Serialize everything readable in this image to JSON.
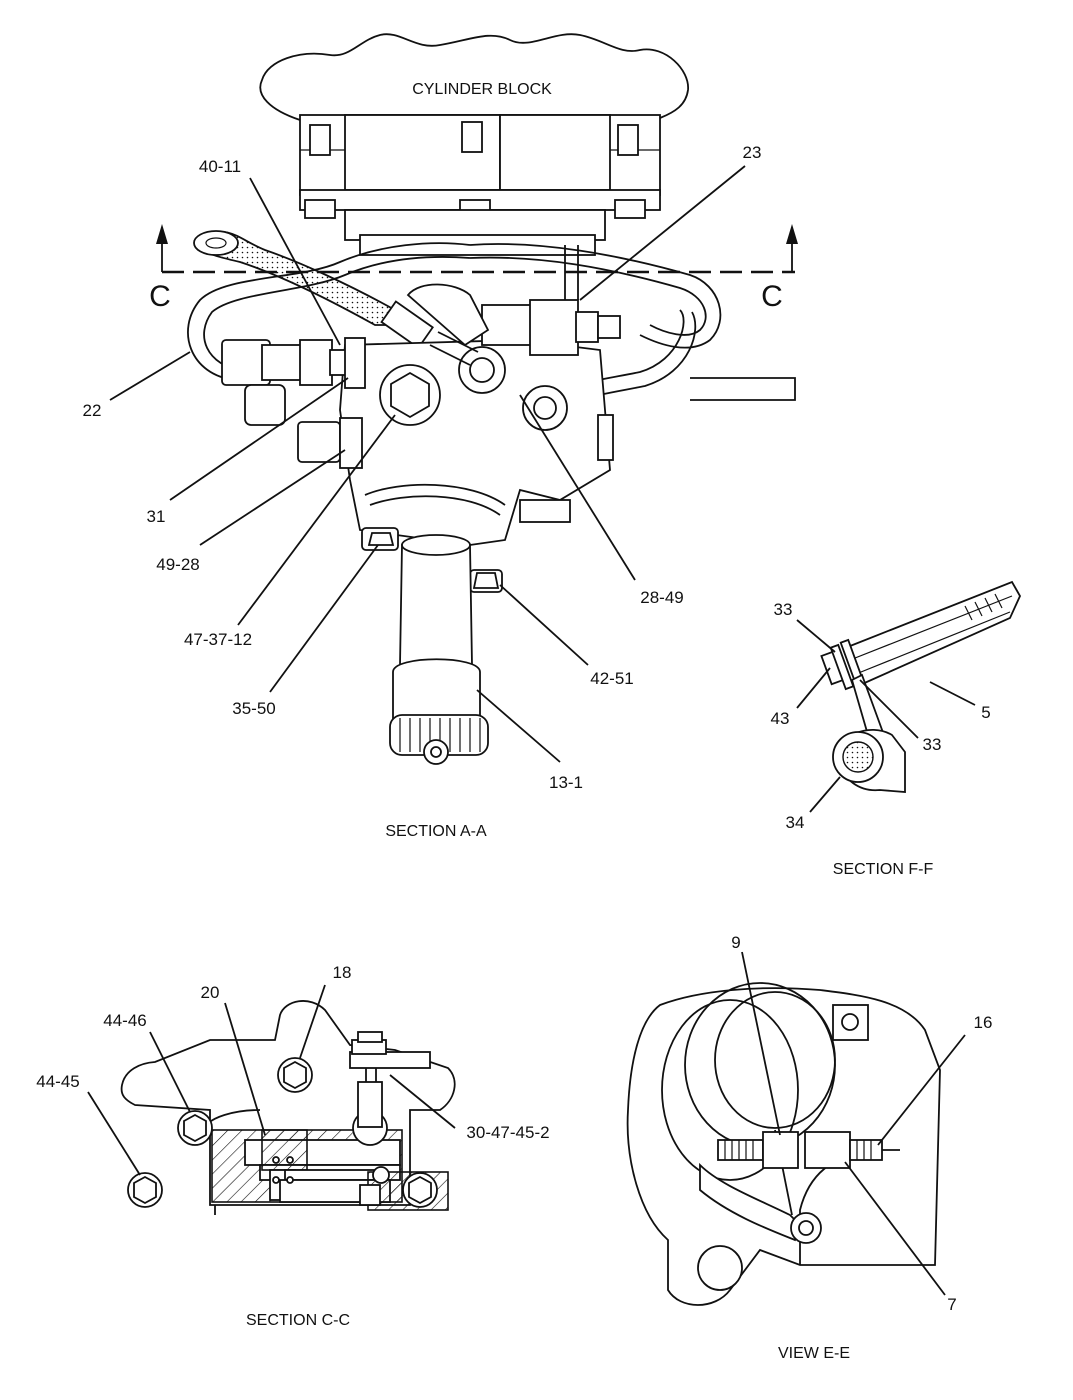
{
  "sections": {
    "a_a": {
      "caption": "SECTION A-A",
      "cylinder_block": "CYLINDER BLOCK",
      "section_mark": "C",
      "callouts": {
        "c40_11": "40-11",
        "c23": "23",
        "c22": "22",
        "c31": "31",
        "c49_28": "49-28",
        "c47_37_12": "47-37-12",
        "c35_50": "35-50",
        "c28_49": "28-49",
        "c42_51": "42-51",
        "c13_1": "13-1"
      }
    },
    "f_f": {
      "caption": "SECTION F-F",
      "callouts": {
        "c33_top": "33",
        "c43": "43",
        "c5": "5",
        "c33_bottom": "33",
        "c34": "34"
      }
    },
    "c_c": {
      "caption": "SECTION C-C",
      "callouts": {
        "c18": "18",
        "c20": "20",
        "c44_46": "44-46",
        "c44_45": "44-45",
        "c30_47_45_2": "30-47-45-2"
      }
    },
    "e_e": {
      "caption": "VIEW E-E",
      "callouts": {
        "c9": "9",
        "c16": "16",
        "c7": "7"
      }
    }
  }
}
